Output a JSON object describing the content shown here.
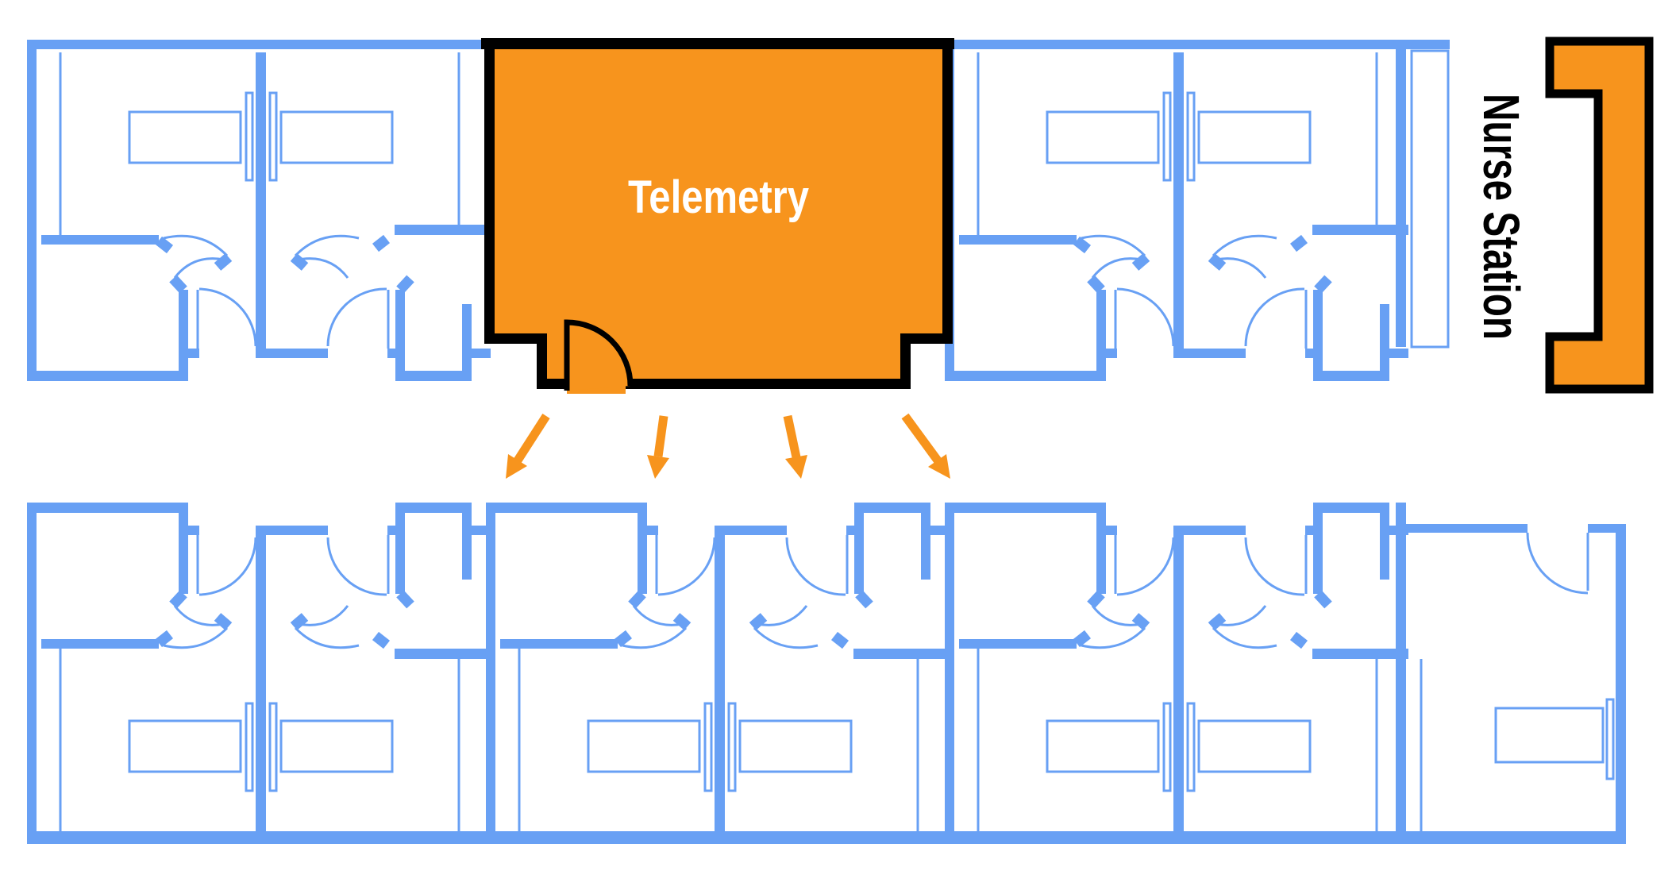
{
  "diagram": {
    "type": "hospital-floor-plan",
    "telemetry_room": {
      "label": "Telemetry",
      "fill_color": "#F7941D",
      "outline_color": "#000000",
      "text_color": "#FFFFFF"
    },
    "nurse_station": {
      "label": "Nurse Station",
      "desk_fill_color": "#F7941D",
      "desk_outline_color": "#000000",
      "text_color": "#000000",
      "text_rotation_deg": 90
    },
    "walls_color": "#68A0F4",
    "arrows": {
      "count": 4,
      "color": "#F7941D",
      "from": "Telemetry room",
      "to": "bottom row patient rooms"
    },
    "rooms": {
      "top_row_patient_room_pairs": 2,
      "bottom_row_patient_room_pairs": 3,
      "bottom_row_single_rooms": 1
    }
  }
}
